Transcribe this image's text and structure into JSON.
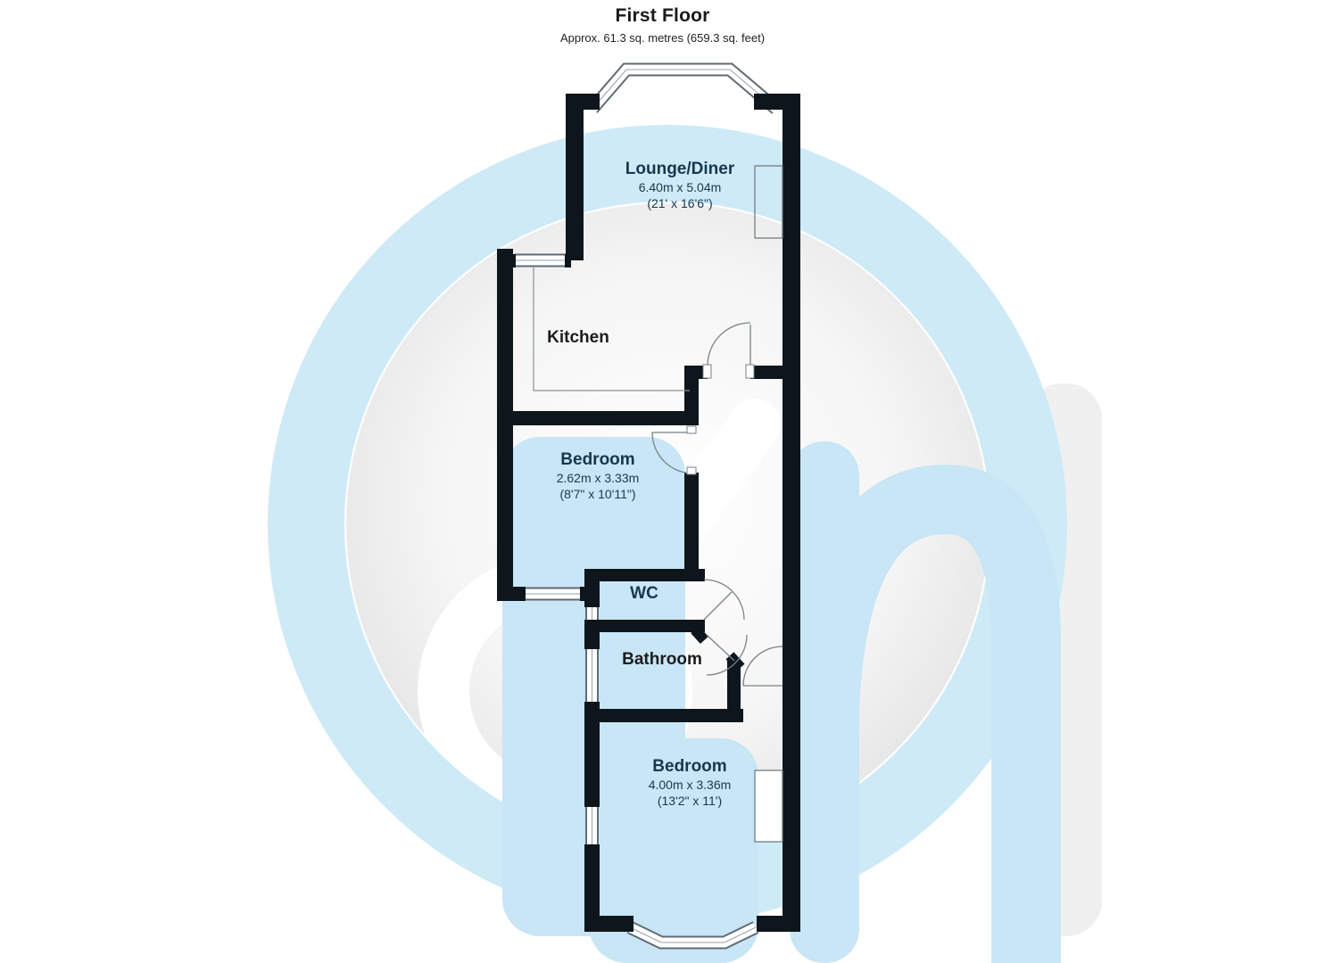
{
  "header": {
    "title": "First Floor",
    "subtitle": "Approx. 61.3 sq. metres (659.3 sq. feet)"
  },
  "rooms": [
    {
      "name": "Lounge/Diner",
      "metric": "6.40m x 5.04m",
      "imperial": "(21' x 16'6\")"
    },
    {
      "name": "Kitchen"
    },
    {
      "name": "Bedroom",
      "metric": "2.62m x 3.33m",
      "imperial": "(8'7\" x 10'11\")"
    },
    {
      "name": "WC"
    },
    {
      "name": "Bathroom"
    },
    {
      "name": "Bedroom",
      "metric": "4.00m x 3.36m",
      "imperial": "(13'2\" x 11')"
    }
  ],
  "colors": {
    "wall": "#0e161c",
    "room_label_navy": "#16384e",
    "room_label_black": "#1c1c1c",
    "watermark_blue": "#cde9f6",
    "watermark_gray": "#e4e4e4"
  },
  "watermark": {
    "icon": "agency-logo-watermark"
  }
}
